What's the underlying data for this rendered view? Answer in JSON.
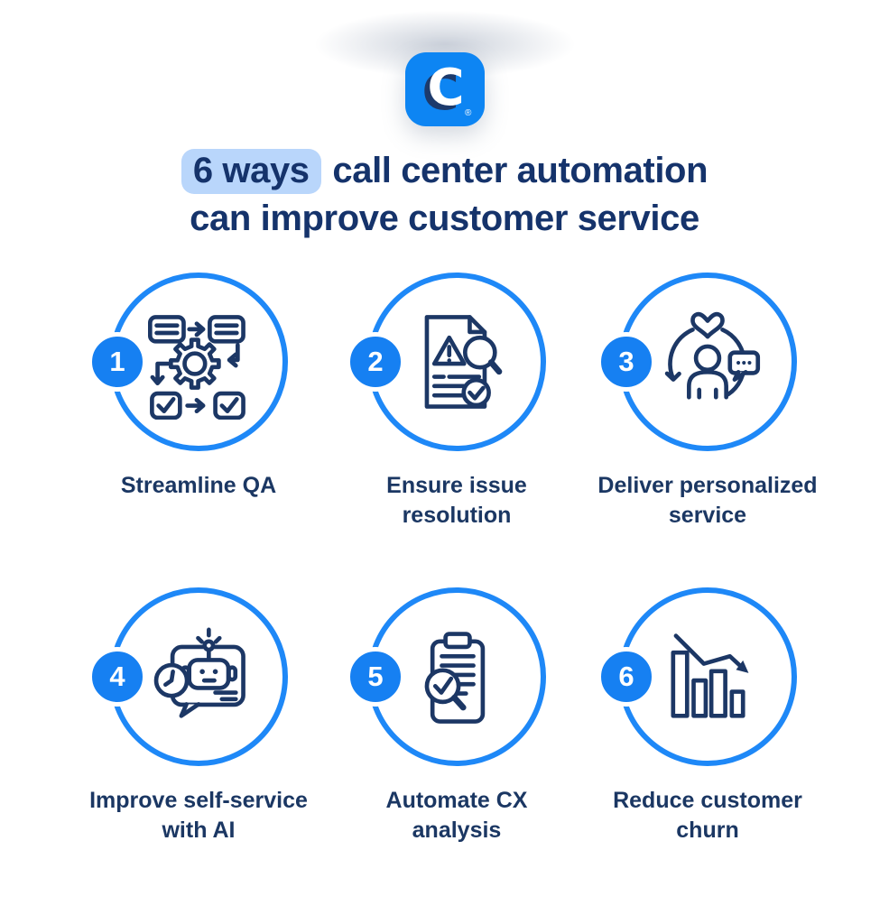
{
  "logo": {
    "letter": "C",
    "registered_mark": "®",
    "bg_color": "#0d85f3",
    "shadow_color": "#1d3a6b"
  },
  "title": {
    "highlight": "6 ways",
    "line1_rest": "call center automation",
    "line2": "can improve customer service",
    "highlight_bg": "#b9d6fb",
    "text_color": "#15336b"
  },
  "colors": {
    "accent_blue": "#1e88f7",
    "badge_blue": "#1680f2",
    "icon_navy": "#1c3765",
    "label_navy": "#1b3763"
  },
  "items": [
    {
      "number": "1",
      "icon": "workflow-gear-icon",
      "label_lines": [
        "Streamline QA",
        ""
      ]
    },
    {
      "number": "2",
      "icon": "issue-resolution-icon",
      "label_lines": [
        "Ensure issue",
        "resolution"
      ]
    },
    {
      "number": "3",
      "icon": "personalized-service-icon",
      "label_lines": [
        "Deliver personalized",
        "service"
      ]
    },
    {
      "number": "4",
      "icon": "ai-chatbot-icon",
      "label_lines": [
        "Improve self-service",
        "with AI"
      ]
    },
    {
      "number": "5",
      "icon": "cx-analysis-icon",
      "label_lines": [
        "Automate CX",
        "analysis"
      ]
    },
    {
      "number": "6",
      "icon": "churn-chart-icon",
      "label_lines": [
        "Reduce customer",
        "churn"
      ]
    }
  ]
}
